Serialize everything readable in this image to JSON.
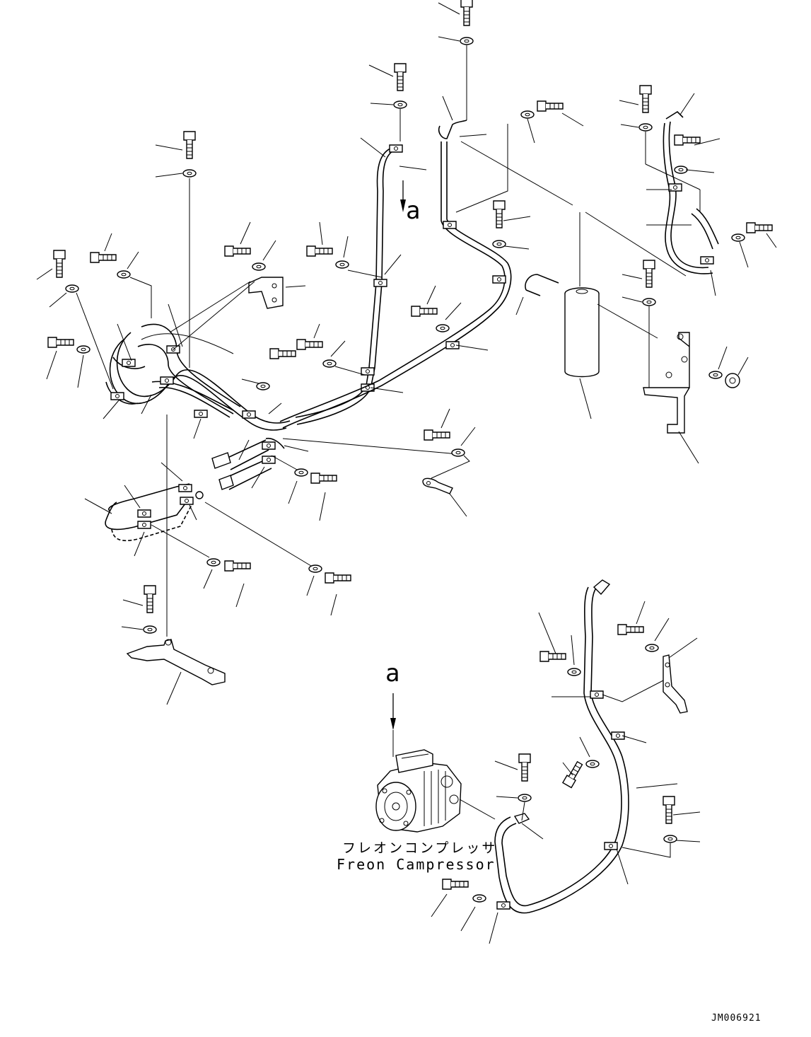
{
  "view_marker": {
    "letter": "a"
  },
  "view_detail": {
    "letter": "a"
  },
  "component": {
    "name_jp": "フレオンコンプレッサ",
    "name_en": "Freon Campressor"
  },
  "figure_number": "JM006921"
}
